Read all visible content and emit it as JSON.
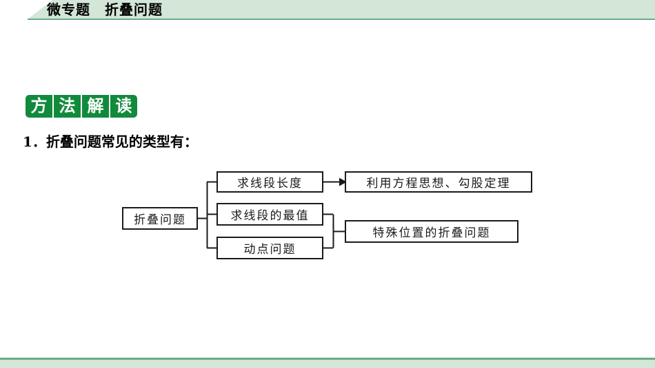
{
  "page": {
    "title": "微专题　折叠问题",
    "background_color": "#ffffff"
  },
  "header": {
    "title": "微专题　折叠问题",
    "fill_color": "#d3e6d8",
    "accent_color": "#6aab86"
  },
  "section_tag": {
    "characters": [
      "方",
      "法",
      "解",
      "读"
    ],
    "full_text": "方法解读",
    "background_color": "#128a3c",
    "text_color": "#ffffff"
  },
  "content": {
    "heading_number": "1．",
    "heading_text": "折叠问题常见的类型有：",
    "heading_full": "1．折叠问题常见的类型有："
  },
  "chart_data": {
    "type": "diagram",
    "title": "折叠问题常见的类型",
    "nodes": [
      {
        "id": "root",
        "label": "折叠问题",
        "column": 0
      },
      {
        "id": "length",
        "label": "求线段长度",
        "column": 1
      },
      {
        "id": "extremum",
        "label": "求线段的最值",
        "column": 1
      },
      {
        "id": "moving",
        "label": "动点问题",
        "column": 1
      },
      {
        "id": "equation",
        "label": "利用方程思想、勾股定理",
        "column": 2
      },
      {
        "id": "special",
        "label": "特殊位置的折叠问题",
        "column": 2
      }
    ],
    "edges": [
      {
        "from": "root",
        "to": "length",
        "style": "bracket",
        "arrow": false
      },
      {
        "from": "root",
        "to": "extremum",
        "style": "bracket",
        "arrow": false
      },
      {
        "from": "root",
        "to": "moving",
        "style": "bracket",
        "arrow": false
      },
      {
        "from": "length",
        "to": "equation",
        "style": "line",
        "arrow": true
      },
      {
        "from": "extremum",
        "to": "special",
        "style": "bracket",
        "arrow": false
      },
      {
        "from": "moving",
        "to": "special",
        "style": "bracket",
        "arrow": false
      }
    ],
    "line_color": "#1a1a1a",
    "box_fill": "#ffffff"
  },
  "footer": {
    "line_color": "#6aab86",
    "fill_color": "#d3e6d8"
  }
}
